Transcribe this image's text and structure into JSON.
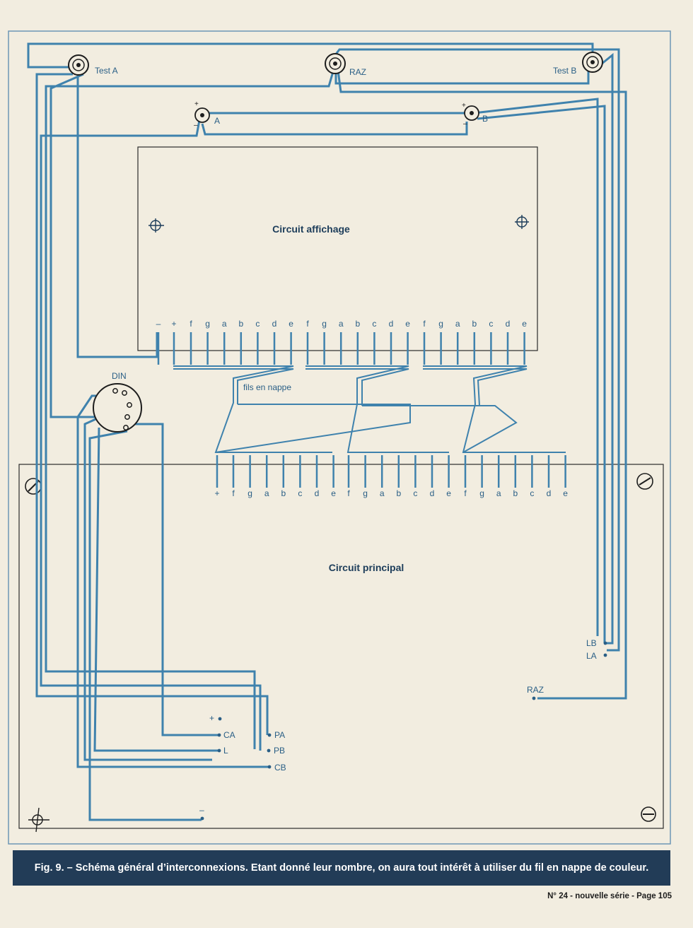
{
  "connectors": {
    "test_a": "Test A",
    "raz_top": "RAZ",
    "test_b": "Test B",
    "a": "A",
    "b": "B",
    "din": "DIN"
  },
  "boards": {
    "display": "Circuit affichage",
    "main": "Circuit principal",
    "ribbon": "fils en nappe"
  },
  "display_pins": [
    "–",
    "+",
    "f",
    "g",
    "a",
    "b",
    "c",
    "d",
    "e",
    "f",
    "g",
    "a",
    "b",
    "c",
    "d",
    "e",
    "f",
    "g",
    "a",
    "b",
    "c",
    "d",
    "e"
  ],
  "main_pins": [
    "+",
    "f",
    "g",
    "a",
    "b",
    "c",
    "d",
    "e",
    "f",
    "g",
    "a",
    "b",
    "c",
    "d",
    "e",
    "f",
    "g",
    "a",
    "b",
    "c",
    "d",
    "e"
  ],
  "main_terminals": {
    "plus": "+",
    "ca": "CA",
    "l": "L",
    "pa": "PA",
    "pb": "PB",
    "cb": "CB",
    "minus": "–",
    "lb": "LB",
    "la": "LA",
    "raz": "RAZ"
  },
  "caption": "Fig. 9. – Schéma général d’interconnexions. Etant donné leur nombre, on aura tout intérêt à utiliser du fil en nappe de couleur.",
  "footer": "N° 24 - nouvelle série - Page 105",
  "colors": {
    "background": "#f2ede0",
    "wire": "#3f82ad",
    "caption_bg": "#223c57"
  }
}
